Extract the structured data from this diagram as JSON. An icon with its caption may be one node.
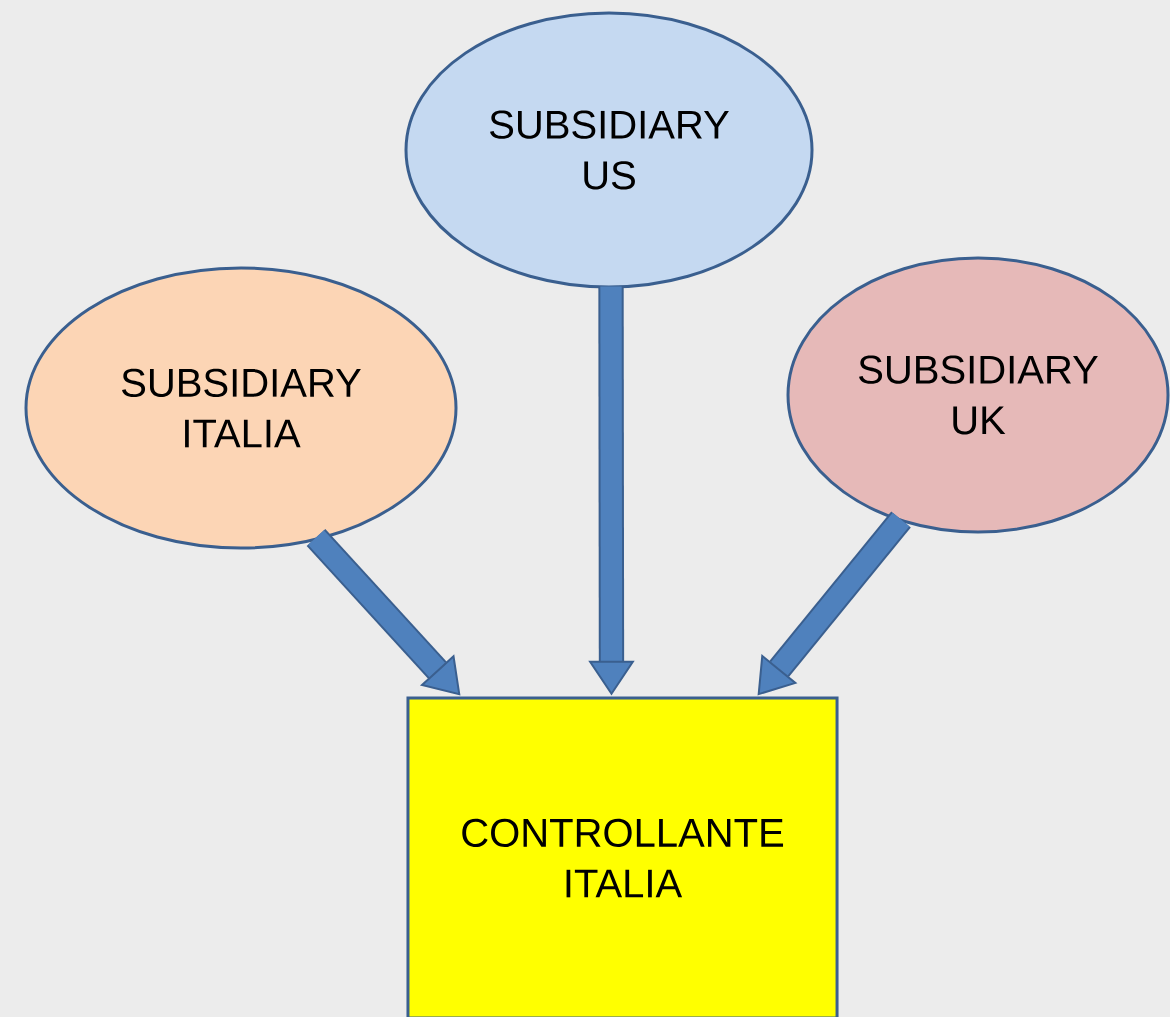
{
  "diagram": {
    "nodes": [
      {
        "text": [
          "SUBSIDIARY US"
        ]
      },
      {
        "text": [
          "SUBSIDIARY ITALIA"
        ]
      },
      {
        "text": [
          "SUBSIDIARY UK"
        ]
      },
      {
        "text": [
          "CONTROLLANTE ITALIA"
        ]
      }
    ],
    "edges": [
      {
        "from": 1,
        "to": 3,
        "arrow": "to"
      },
      {
        "from": 0,
        "to": 3,
        "arrow": "to"
      },
      {
        "from": 2,
        "to": 3,
        "arrow": "to"
      }
    ]
  }
}
